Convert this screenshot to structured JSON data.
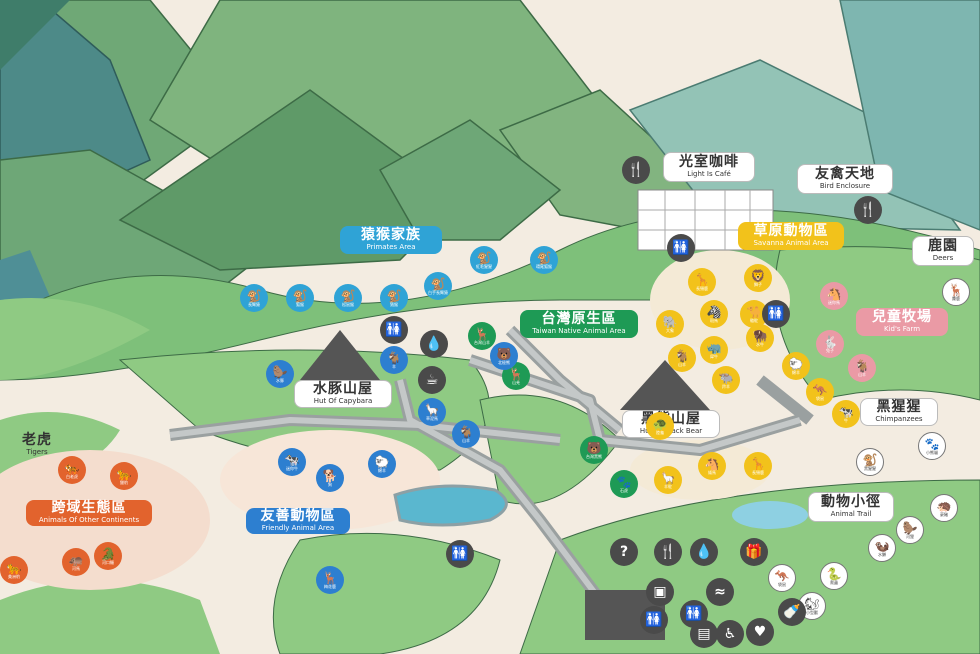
{
  "map": {
    "areas": [
      {
        "id": "cafe",
        "zh": "光室咖啡",
        "en": "Light Is Café",
        "style": "white"
      },
      {
        "id": "bird",
        "zh": "友禽天地",
        "en": "Bird Enclosure",
        "style": "white"
      },
      {
        "id": "deers",
        "zh": "鹿園",
        "en": "Deers",
        "style": "white"
      },
      {
        "id": "primates",
        "zh": "猿猴家族",
        "en": "Primates Area",
        "style": "primates"
      },
      {
        "id": "savanna",
        "zh": "草原動物區",
        "en": "Savanna Animal Area",
        "style": "savanna"
      },
      {
        "id": "kids",
        "zh": "兒童牧場",
        "en": "Kid's Farm",
        "style": "kids"
      },
      {
        "id": "taiwan",
        "zh": "台灣原生區",
        "en": "Taiwan Native Animal Area",
        "style": "taiwan"
      },
      {
        "id": "capybara",
        "zh": "水豚山屋",
        "en": "Hut Of Capybara",
        "style": "white"
      },
      {
        "id": "blackbear",
        "zh": "黑熊山屋",
        "en": "Hut Of Black Bear",
        "style": "white"
      },
      {
        "id": "chimps",
        "zh": "黑猩猩",
        "en": "Chimpanzees",
        "style": "white"
      },
      {
        "id": "tigers",
        "zh": "老虎",
        "en": "Tigers",
        "style": "plain"
      },
      {
        "id": "continents",
        "zh": "跨域生態區",
        "en": "Animals Of Other Continents",
        "style": "continents"
      },
      {
        "id": "friendly",
        "zh": "友善動物區",
        "en": "Friendly Animal Area",
        "style": "friendly"
      },
      {
        "id": "trail",
        "zh": "動物小徑",
        "en": "Animal Trail",
        "style": "white"
      }
    ],
    "animal_markers": [
      {
        "zone": "primates",
        "glyph": "🐒",
        "text": "長臂猿"
      },
      {
        "zone": "primates",
        "glyph": "🐒",
        "text": "狐猴"
      },
      {
        "zone": "primates",
        "glyph": "🐒",
        "text": "松鼠猴"
      },
      {
        "zone": "primates",
        "glyph": "🐒",
        "text": "狨猴"
      },
      {
        "zone": "primates",
        "glyph": "🐒",
        "text": "白手長臂猿"
      },
      {
        "zone": "primates",
        "glyph": "🐒",
        "text": "紅毛猩猩"
      },
      {
        "zone": "primates",
        "glyph": "🐒",
        "text": "環尾狐猴"
      },
      {
        "zone": "taiwan",
        "glyph": "🦌",
        "text": "台灣山羊"
      },
      {
        "zone": "taiwan",
        "glyph": "🦌",
        "text": "山羌"
      },
      {
        "zone": "taiwan",
        "glyph": "🐻",
        "text": "台灣黑熊"
      },
      {
        "zone": "taiwan",
        "glyph": "🐾",
        "text": "石虎"
      },
      {
        "zone": "savanna",
        "glyph": "🦒",
        "text": "長頸鹿"
      },
      {
        "zone": "savanna",
        "glyph": "🦁",
        "text": "獅子"
      },
      {
        "zone": "savanna",
        "glyph": "🐘",
        "text": "大象"
      },
      {
        "zone": "savanna",
        "glyph": "🦓",
        "text": "斑馬"
      },
      {
        "zone": "savanna",
        "glyph": "🐪",
        "text": "駱駝"
      },
      {
        "zone": "savanna",
        "glyph": "🦏",
        "text": "犀牛"
      },
      {
        "zone": "savanna",
        "glyph": "🦬",
        "text": "水牛"
      },
      {
        "zone": "savanna",
        "glyph": "🐃",
        "text": "羚羊"
      },
      {
        "zone": "savanna",
        "glyph": "🦙",
        "text": "羊駝"
      },
      {
        "zone": "savanna",
        "glyph": "🐴",
        "text": "矮馬"
      },
      {
        "zone": "savanna",
        "glyph": "🦒",
        "text": "長頸鹿"
      },
      {
        "zone": "savanna",
        "glyph": "🐑",
        "text": "綿羊"
      },
      {
        "zone": "savanna",
        "glyph": "🦘",
        "text": "袋鼠"
      },
      {
        "zone": "savanna",
        "glyph": "🐄",
        "text": "牛"
      },
      {
        "zone": "savanna",
        "glyph": "🐐",
        "text": "山羊"
      },
      {
        "zone": "savanna",
        "glyph": "🐢",
        "text": "陸龜"
      },
      {
        "zone": "kids",
        "glyph": "🐴",
        "text": "迷你馬"
      },
      {
        "zone": "kids",
        "glyph": "🐇",
        "text": "兔子"
      },
      {
        "zone": "kids",
        "glyph": "🐐",
        "text": "山羊"
      },
      {
        "zone": "friendly",
        "glyph": "🦫",
        "text": "水豚"
      },
      {
        "zone": "friendly",
        "glyph": "🐐",
        "text": "羊"
      },
      {
        "zone": "friendly",
        "glyph": "🦙",
        "text": "草泥馬"
      },
      {
        "zone": "friendly",
        "glyph": "🐐",
        "text": "山羊"
      },
      {
        "zone": "friendly",
        "glyph": "🐄",
        "text": "迷你牛"
      },
      {
        "zone": "friendly",
        "glyph": "🐕",
        "text": "狗"
      },
      {
        "zone": "friendly",
        "glyph": "🐑",
        "text": "綿羊"
      },
      {
        "zone": "friendly",
        "glyph": "🦌",
        "text": "梅花鹿"
      },
      {
        "zone": "friendly",
        "glyph": "🐻",
        "text": "北極熊"
      },
      {
        "zone": "continents",
        "glyph": "🐅",
        "text": "白老虎"
      },
      {
        "zone": "continents",
        "glyph": "🐆",
        "text": "獵豹"
      },
      {
        "zone": "continents",
        "glyph": "🦛",
        "text": "河馬"
      },
      {
        "zone": "continents",
        "glyph": "🐊",
        "text": "河口鱷"
      },
      {
        "zone": "continents",
        "glyph": "🐆",
        "text": "美洲豹"
      },
      {
        "zone": "neutral",
        "glyph": "🦌",
        "text": "麋鹿"
      },
      {
        "zone": "neutral",
        "glyph": "🐒",
        "text": "黑猩猩"
      },
      {
        "zone": "neutral",
        "glyph": "🐾",
        "text": "小熊貓"
      },
      {
        "zone": "neutral",
        "glyph": "🦔",
        "text": "豪豬"
      },
      {
        "zone": "neutral",
        "glyph": "🦫",
        "text": "河狸"
      },
      {
        "zone": "neutral",
        "glyph": "🦦",
        "text": "水獺"
      },
      {
        "zone": "neutral",
        "glyph": "🐍",
        "text": "爬蟲"
      },
      {
        "zone": "neutral",
        "glyph": "🦘",
        "text": "袋鼠"
      },
      {
        "zone": "neutral",
        "glyph": "🐿",
        "text": "小型獸"
      }
    ],
    "facility_icons": [
      {
        "type": "restroom",
        "glyph": "🚻"
      },
      {
        "type": "restroom",
        "glyph": "🚻"
      },
      {
        "type": "restroom",
        "glyph": "🚻"
      },
      {
        "type": "restroom",
        "glyph": "🚻"
      },
      {
        "type": "restroom",
        "glyph": "🚻"
      },
      {
        "type": "restroom",
        "glyph": "🚻"
      },
      {
        "type": "dining",
        "glyph": "🍴"
      },
      {
        "type": "dining",
        "glyph": "🍴"
      },
      {
        "type": "dining",
        "glyph": "🍴"
      },
      {
        "type": "water",
        "glyph": "💧"
      },
      {
        "type": "water",
        "glyph": "💧"
      },
      {
        "type": "info",
        "glyph": "?"
      },
      {
        "type": "shop",
        "glyph": "🎁"
      },
      {
        "type": "locker",
        "glyph": "▤"
      },
      {
        "type": "nursing",
        "glyph": "🍼"
      },
      {
        "type": "atm",
        "glyph": "▣"
      },
      {
        "type": "pool",
        "glyph": "≈"
      },
      {
        "type": "accessible",
        "glyph": "♿"
      },
      {
        "type": "first-aid",
        "glyph": "♥"
      },
      {
        "type": "seat",
        "glyph": "☕"
      }
    ]
  }
}
